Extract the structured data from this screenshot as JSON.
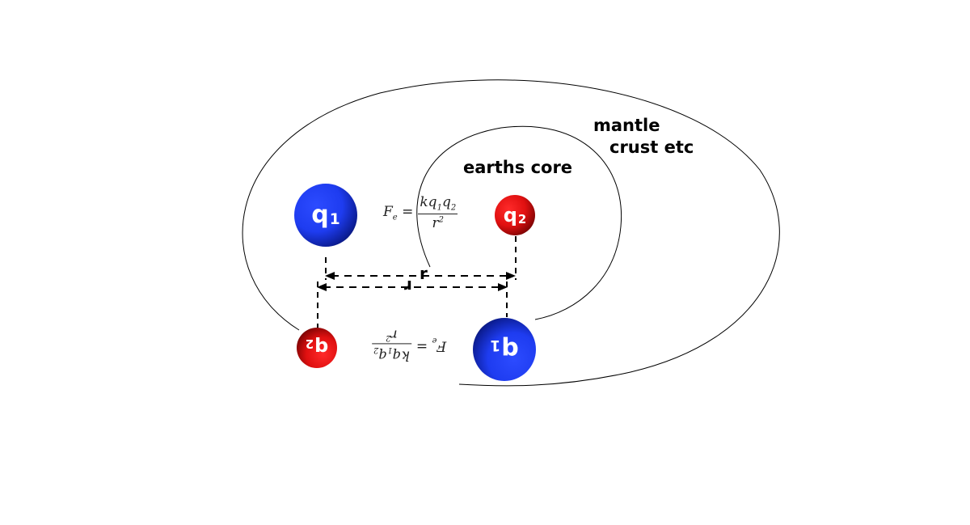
{
  "labels": {
    "mantle": "mantle",
    "crust": "crust etc",
    "core": "earths core"
  },
  "charges": {
    "q1": {
      "letter": "q",
      "sub": "1",
      "color": "#1e3cf0"
    },
    "q2": {
      "letter": "q",
      "sub": "2",
      "color": "#d10a0a"
    }
  },
  "formula": {
    "lhs": "F",
    "lhs_sub": "e",
    "equals": "=",
    "numerator_k": "kq",
    "numerator_sub1": "1",
    "numerator_q": "q",
    "numerator_sub2": "2",
    "denominator": "r",
    "denominator_exp": "2"
  },
  "distance_label": "r",
  "colors": {
    "positive": "#1e3cf0",
    "negative": "#d10a0a",
    "line": "#000000"
  }
}
